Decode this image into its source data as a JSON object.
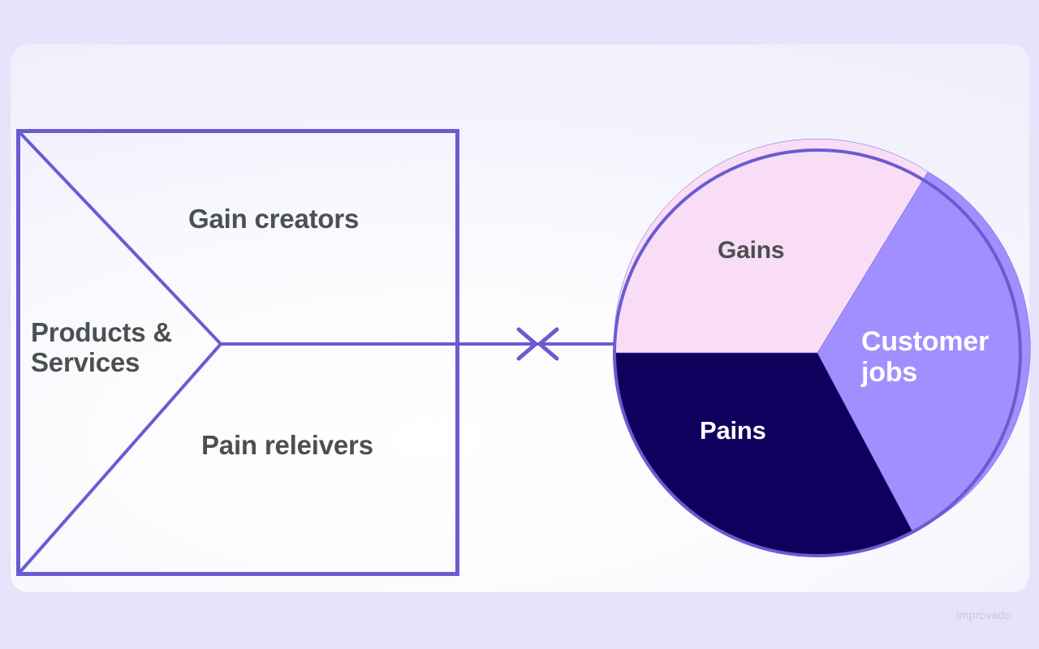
{
  "canvas": {
    "background_color": "#e6e4fb",
    "card_color": "#f4f3fd"
  },
  "value_map": {
    "shape": "square-with-arrow-notch",
    "border_color": "#6b5bd2",
    "labels": {
      "gain_creators": "Gain creators",
      "products_services": "Products &\nServices",
      "pain_relievers": "Pain releivers"
    }
  },
  "connector": {
    "name": "fit-connector",
    "color": "#6b5bd2",
    "style": "double-arrowhead-inward"
  },
  "customer_profile": {
    "shape": "circle",
    "border_color": "#6b5bd2",
    "labels": {
      "gains": "Gains",
      "customer_jobs": "Customer\njobs",
      "pains": "Pains"
    }
  },
  "watermark": {
    "text": "improvado",
    "color": "#c9c6d6"
  },
  "chart_data": {
    "type": "pie",
    "title": "Customer Profile",
    "center": [
      1007,
      435
    ],
    "radius": 250,
    "categories": [
      "Gains",
      "Customer jobs",
      "Pains"
    ],
    "values": [
      33.3,
      33.3,
      33.3
    ],
    "slice_boundaries_deg": [
      180,
      303,
      62
    ],
    "colors": {
      "Gains": "#f9ddf6",
      "Customer jobs": "#a18fff",
      "Pains": "#10005e"
    },
    "label_colors": {
      "Gains": "#4a5150",
      "Customer jobs": "#ffffff",
      "Pains": "#ffffff"
    },
    "stroke": "#6b5bd2",
    "legend": "none",
    "grid": false
  }
}
